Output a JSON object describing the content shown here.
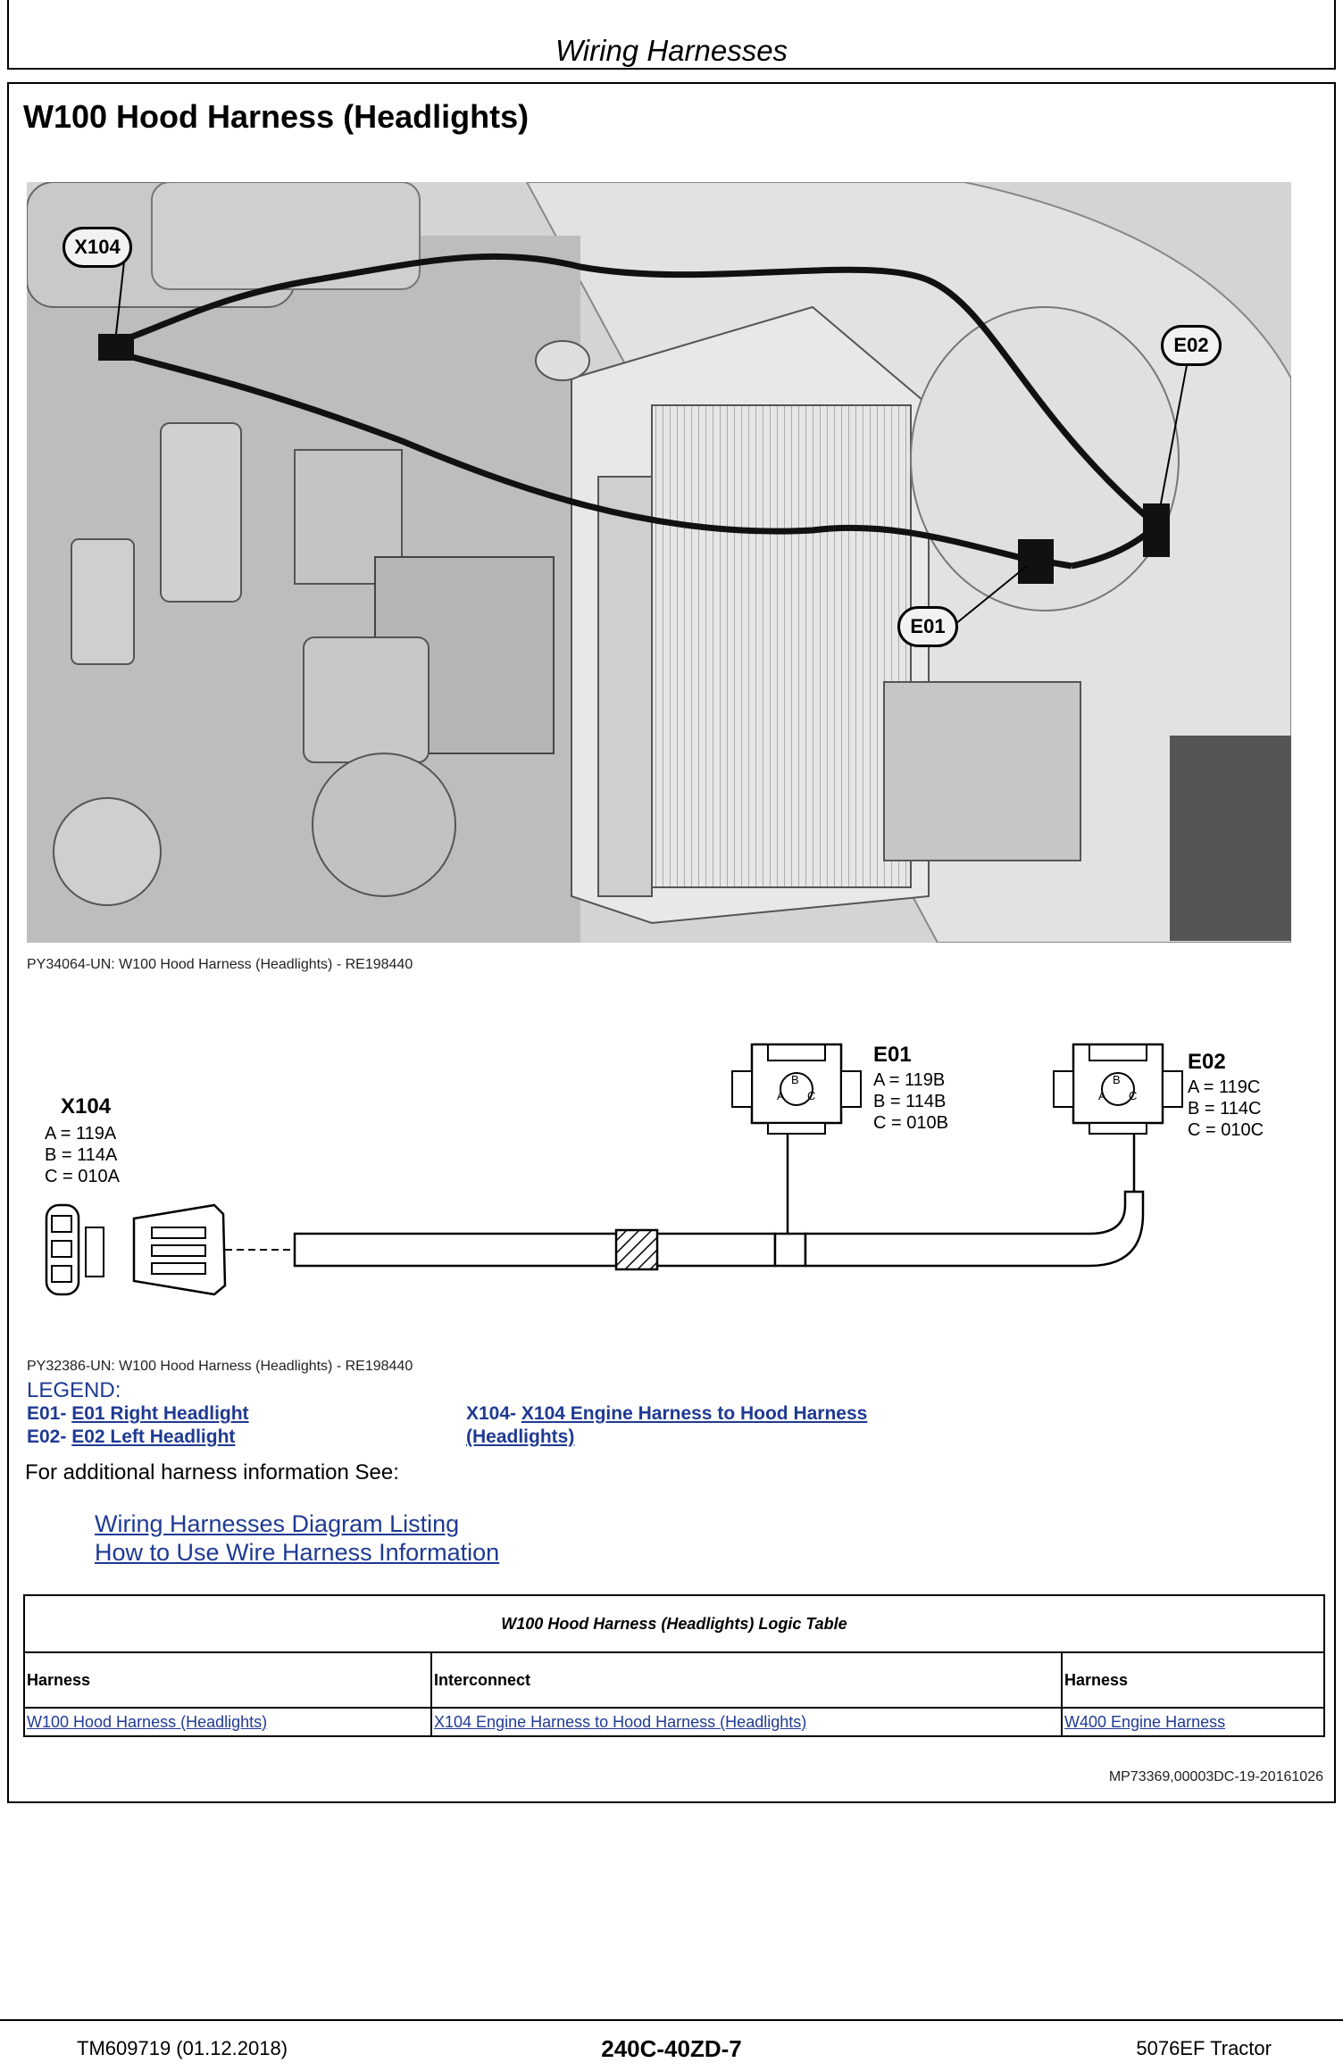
{
  "header": {
    "section_title": "Wiring Harnesses"
  },
  "doc": {
    "title": "W100 Hood Harness (Headlights)"
  },
  "photo": {
    "caption": "PY34064-UN: W100 Hood Harness (Headlights) - RE198440",
    "callouts": {
      "x104": "X104",
      "e02": "E02",
      "e01": "E01"
    }
  },
  "schematic": {
    "caption": "PY32386-UN: W100 Hood Harness (Headlights) - RE198440",
    "x104": {
      "label": "X104",
      "pins": [
        "A = 119A",
        "B = 114A",
        "C = 010A"
      ]
    },
    "e01": {
      "label": "E01",
      "pins": [
        "A = 119B",
        "B = 114B",
        "C = 010B"
      ]
    },
    "e02": {
      "label": "E02",
      "pins": [
        "A = 119C",
        "B = 114C",
        "C = 010C"
      ]
    }
  },
  "legend": {
    "title": "LEGEND:",
    "items": [
      {
        "code": "E01-",
        "text": "E01 Right Headlight"
      },
      {
        "code": "E02-",
        "text": "E02 Left Headlight"
      },
      {
        "code": "X104-",
        "text": "X104 Engine Harness to Hood Harness",
        "text2": "(Headlights)"
      }
    ]
  },
  "see_also": {
    "intro": "For additional harness information See:",
    "links": [
      "Wiring Harnesses Diagram Listing",
      "How to Use Wire Harness Information"
    ]
  },
  "logic_table": {
    "title": "W100 Hood Harness (Headlights) Logic Table",
    "headers": [
      "Harness",
      "Interconnect",
      "Harness"
    ],
    "row": [
      "W100 Hood Harness (Headlights)",
      "X104 Engine Harness to Hood Harness (Headlights)",
      "W400 Engine Harness"
    ]
  },
  "reference_code": "MP73369,00003DC-19-20161026",
  "footer": {
    "left": "TM609719 (01.12.2018)",
    "center": "240C-40ZD-7",
    "right": "5076EF Tractor"
  }
}
